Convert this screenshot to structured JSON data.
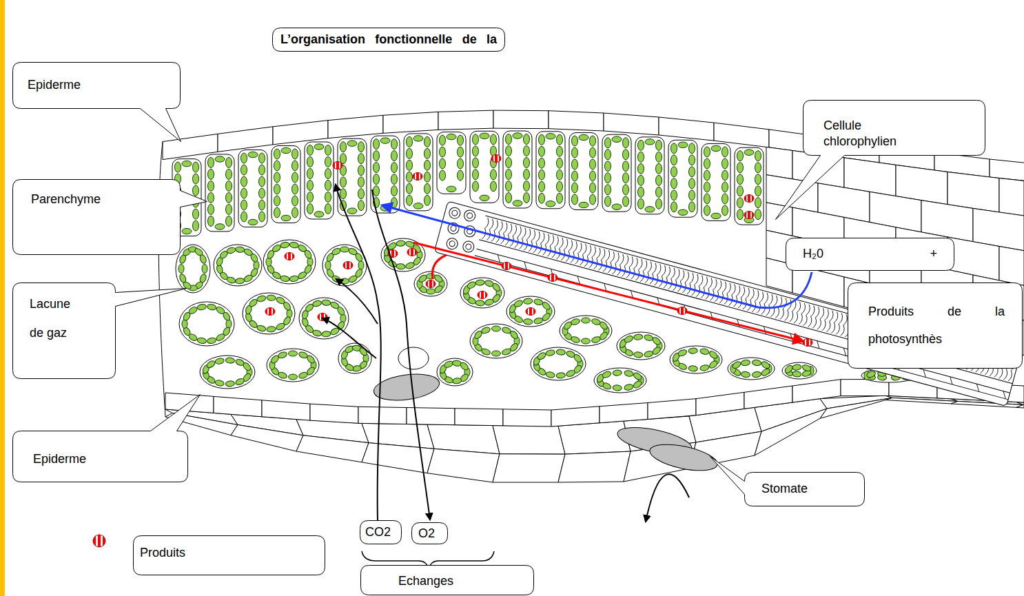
{
  "diagram": {
    "title": "L’organisation fonctionnelle de la",
    "nodes": [
      {
        "text": [
          "Epiderme"
        ]
      },
      {
        "text": [
          "Cellule chlorophylien"
        ]
      },
      {
        "text": [
          "Parenchyme"
        ]
      },
      {
        "text": [
          "H₂0 +"
        ]
      },
      {
        "text": [
          "Lacune de gaz"
        ]
      },
      {
        "text": [
          "Produits de la photosynthès"
        ]
      },
      {
        "text": [
          "Epiderme"
        ]
      },
      {
        "text": [
          "Stomate"
        ]
      },
      {
        "text": [
          "CO2"
        ]
      },
      {
        "text": [
          "O2"
        ]
      },
      {
        "text": [
          "Echanges"
        ]
      }
    ],
    "legend": [
      {
        "text": "Produits"
      }
    ]
  }
}
